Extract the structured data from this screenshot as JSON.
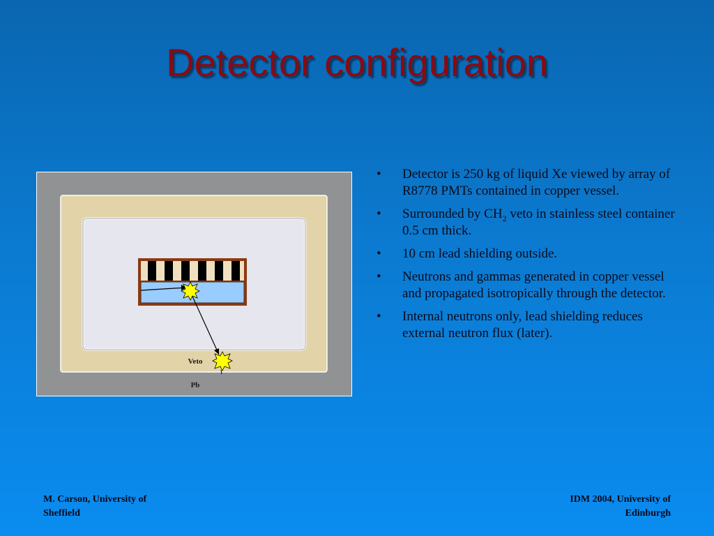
{
  "slide": {
    "title": "Detector configuration",
    "bullets": [
      {
        "pre": "Detector is 250 kg of liquid Xe viewed by array of R8778 PMTs contained in copper vessel.",
        "sub": "",
        "post": ""
      },
      {
        "pre": "Surrounded by CH",
        "sub": "2",
        "post": " veto in stainless steel container 0.5 cm thick."
      },
      {
        "pre": "10 cm lead shielding outside.",
        "sub": "",
        "post": ""
      },
      {
        "pre": "Neutrons and gammas generated in copper vessel and propagated isotropically through the detector.",
        "sub": "",
        "post": ""
      },
      {
        "pre": "Internal neutrons only, lead shielding reduces external neutron flux (later).",
        "sub": "",
        "post": ""
      }
    ],
    "bullet_symbol": "•"
  },
  "diagram": {
    "veto_label": "Veto",
    "pb_label": "Pb",
    "colors": {
      "lead": "#909294",
      "veto": "#e2d3a8",
      "inner": "#e6e6ee",
      "copper": "#8a3a12",
      "liquid": "#99ccff",
      "pmt": "#000000",
      "gap": "#f0e0c0",
      "flash": "#ffff00"
    }
  },
  "footer": {
    "left": "M. Carson, University of Sheffield",
    "right": "IDM 2004, University of Edinburgh"
  }
}
